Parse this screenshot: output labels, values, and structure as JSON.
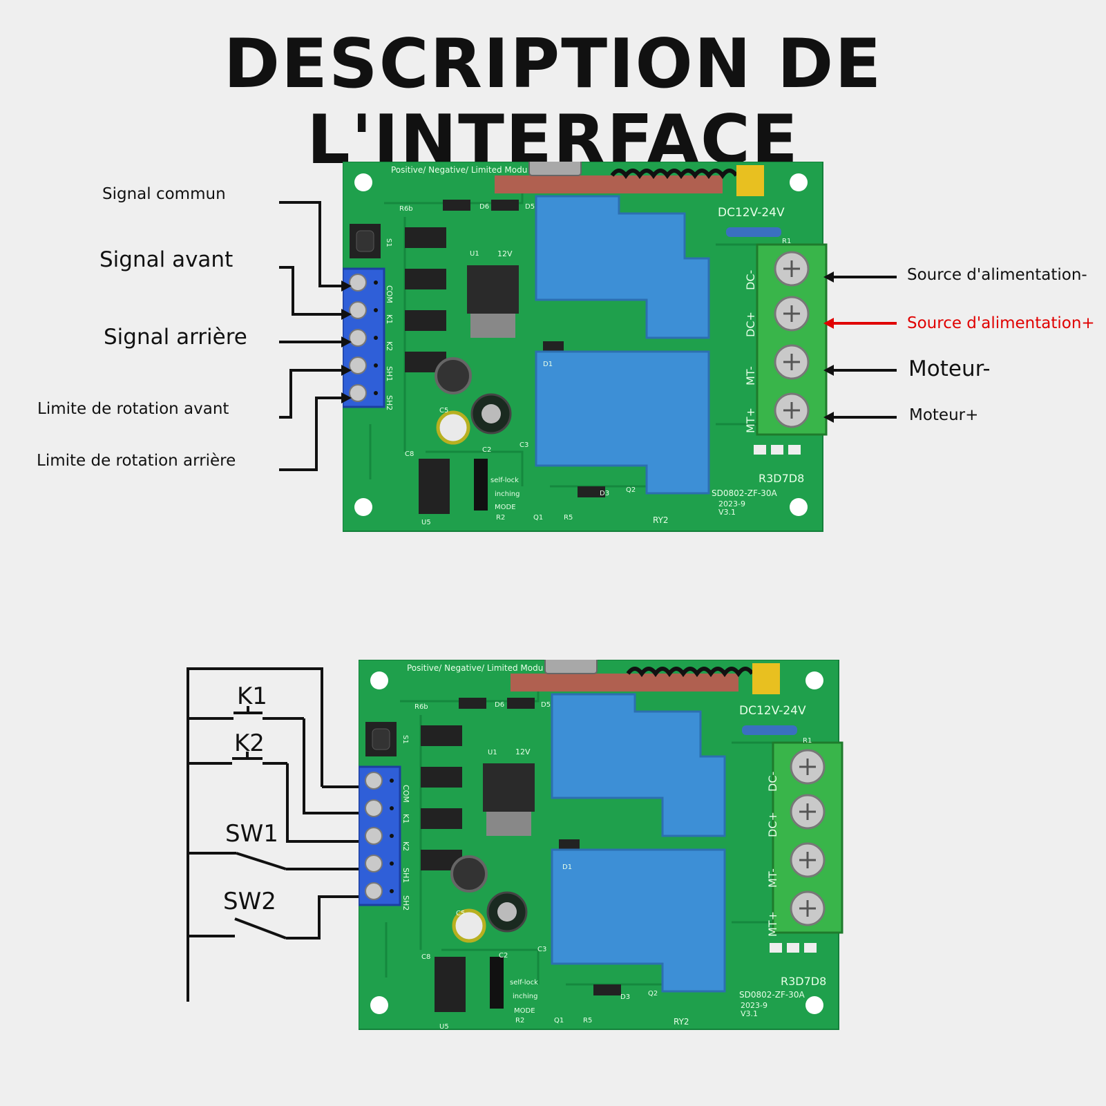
{
  "title": "DESCRIPTION DE L'INTERFACE",
  "left_labels": {
    "common": "Signal commun",
    "forward": "Signal avant",
    "reverse": "Signal arrière",
    "limit_forward": "Limite de rotation avant",
    "limit_reverse": "Limite de rotation arrière"
  },
  "right_labels": {
    "power_neg": "Source d'alimentation-",
    "power_pos": "Source d'alimentation+",
    "motor_neg": "Moteur-",
    "motor_pos": "Moteur+"
  },
  "switches": {
    "k1": "K1",
    "k2": "K2",
    "sw1": "SW1",
    "sw2": "SW2"
  },
  "board": {
    "header": "Positive/ Negative/ Limited  Modu",
    "voltage": "DC12V-24V",
    "pins_left": [
      "COM",
      "K1",
      "K2",
      "SH1",
      "SH2"
    ],
    "pins_right": [
      "DC-",
      "DC+",
      "MT-",
      "MT+"
    ],
    "model": "SD0802-ZF-30A",
    "date": "2023-9",
    "version": "V3.1",
    "ry2": "RY2",
    "leds": "R3D7D8",
    "reg": "12V",
    "mode": "MODE",
    "self_lock": "self-lock",
    "inching": "inching",
    "r6b": "R6b",
    "d6": "D6",
    "d5": "D5",
    "u1": "U1",
    "u5": "U5",
    "d1": "D1",
    "d3": "D3",
    "q1": "Q1",
    "q2": "Q2",
    "r2": "R2",
    "r5": "R5",
    "c2": "C2",
    "c3": "C3",
    "c5": "C5",
    "c8": "C8",
    "s1": "S1",
    "r1": "R1"
  },
  "colors": {
    "pcb": "#1fa04c",
    "relay": "#3d8fd6",
    "terminal_blue": "#2f5fd8",
    "terminal_green": "#39b54a",
    "accent_red": "#e00000"
  }
}
